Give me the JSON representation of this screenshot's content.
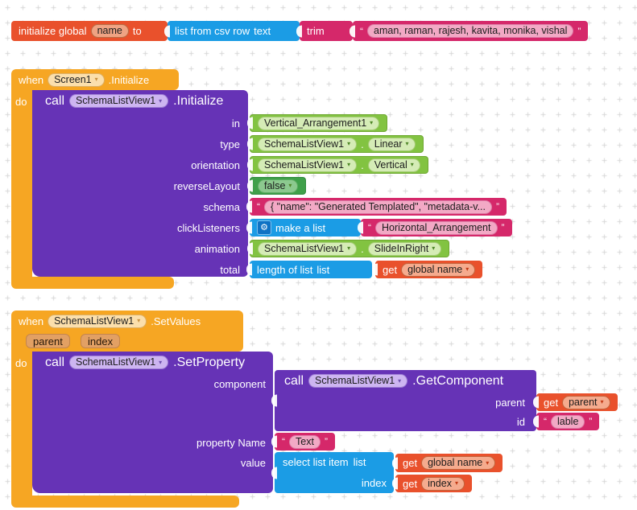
{
  "colors": {
    "event_orange": "#F6A623",
    "variable_orange": "#E9512C",
    "list_blue": "#1B9CE5",
    "text_pink": "#D5286A",
    "method_purple": "#6633B6",
    "component_green": "#82C341",
    "logic_green": "#3FA04A"
  },
  "quotes": {
    "open": "“",
    "close": "”"
  },
  "global_init": {
    "keyword": "initialize global",
    "name": "name",
    "to": "to",
    "csv_block": "list from csv row",
    "csv_arg": "text",
    "trim": "trim",
    "value": "aman, raman, rajesh, kavita, monika, vishal"
  },
  "screen_init": {
    "when": "when",
    "component": "Screen1",
    "event": ".Initialize",
    "do": "do",
    "call": "call",
    "call_component": "SchemaListView1",
    "method": ".Initialize",
    "rows": {
      "in": {
        "label": "in",
        "value": "Vertical_Arrangement1"
      },
      "type": {
        "label": "type",
        "component": "SchemaListView1",
        "dot": ".",
        "value": "Linear"
      },
      "orientation": {
        "label": "orientation",
        "component": "SchemaListView1",
        "dot": ".",
        "value": "Vertical"
      },
      "reverse": {
        "label": "reverseLayout",
        "value": "false"
      },
      "schema": {
        "label": "schema",
        "value": "{  \"name\": \"Generated Templated\",  \"metadata-v..."
      },
      "click": {
        "label": "clickListeners",
        "block": "make a list",
        "value": "Horizontal_Arrangement"
      },
      "animation": {
        "label": "animation",
        "component": "SchemaListView1",
        "dot": ".",
        "value": "SlideInRight"
      },
      "total": {
        "label": "total",
        "block": "length of list",
        "arg": "list",
        "get": "get",
        "variable": "global name"
      }
    }
  },
  "set_values": {
    "when": "when",
    "component": "SchemaListView1",
    "event": ".SetValues",
    "params": [
      "parent",
      "index"
    ],
    "do": "do",
    "call": "call",
    "call_component": "SchemaListView1",
    "method": ".SetProperty",
    "component_row": {
      "label": "component",
      "call": "call",
      "component": "SchemaListView1",
      "method": ".GetComponent",
      "parent_row": {
        "label": "parent",
        "get": "get",
        "variable": "parent"
      },
      "id_row": {
        "label": "id",
        "value": "lable"
      }
    },
    "property_row": {
      "label": "property Name",
      "value": "Text"
    },
    "value_row": {
      "label": "value",
      "block": "select list item",
      "arg_list": "list",
      "get_list": "get",
      "var_list": "global name",
      "arg_index": "index",
      "get_index": "get",
      "var_index": "index"
    }
  }
}
